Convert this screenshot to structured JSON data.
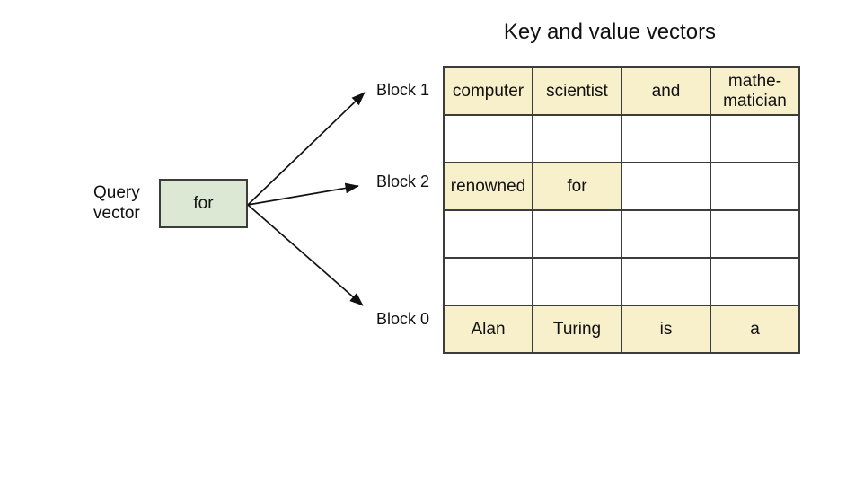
{
  "title": "Key and value vectors",
  "query_vector": {
    "label_line1": "Query",
    "label_line2": "vector",
    "token": "for"
  },
  "block_labels": [
    "Block 1",
    "Block 2",
    "Block 0"
  ],
  "table": {
    "rows": [
      {
        "cells": [
          {
            "text": "computer",
            "highlight": true
          },
          {
            "text": "scientist",
            "highlight": true
          },
          {
            "text": "and",
            "highlight": true
          },
          {
            "text": "mathe-matician",
            "highlight": true
          }
        ]
      },
      {
        "cells": [
          {
            "text": "",
            "highlight": false
          },
          {
            "text": "",
            "highlight": false
          },
          {
            "text": "",
            "highlight": false
          },
          {
            "text": "",
            "highlight": false
          }
        ]
      },
      {
        "cells": [
          {
            "text": "renowned",
            "highlight": true
          },
          {
            "text": "for",
            "highlight": true
          },
          {
            "text": "",
            "highlight": false
          },
          {
            "text": "",
            "highlight": false
          }
        ]
      },
      {
        "cells": [
          {
            "text": "",
            "highlight": false
          },
          {
            "text": "",
            "highlight": false
          },
          {
            "text": "",
            "highlight": false
          },
          {
            "text": "",
            "highlight": false
          }
        ]
      },
      {
        "cells": [
          {
            "text": "",
            "highlight": false
          },
          {
            "text": "",
            "highlight": false
          },
          {
            "text": "",
            "highlight": false
          },
          {
            "text": "",
            "highlight": false
          }
        ]
      },
      {
        "cells": [
          {
            "text": "Alan",
            "highlight": true
          },
          {
            "text": "Turing",
            "highlight": true
          },
          {
            "text": "is",
            "highlight": true
          },
          {
            "text": "a",
            "highlight": true
          }
        ]
      }
    ]
  },
  "colors": {
    "highlight": "#f8efcb",
    "query_box": "#dce8d3",
    "border": "#3c3c3c",
    "arrow": "#111111"
  }
}
